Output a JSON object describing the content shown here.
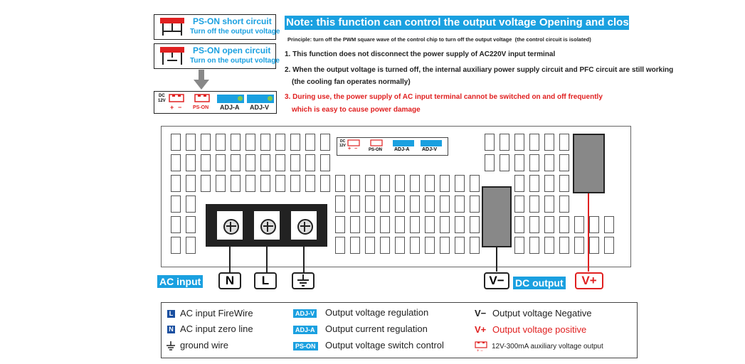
{
  "ps_on_short": {
    "title": "PS-ON short circuit",
    "desc": "Turn off the output voltage"
  },
  "ps_on_open": {
    "title": "PS-ON open circuit",
    "desc": "Turn on the output voltage"
  },
  "note": {
    "title": "Note: this function can control the output voltage Opening and closing",
    "principle": "Principle: turn off the PWM square wave of the control chip to turn off the output voltage",
    "principle_note": "(the control circuit is isolated)",
    "item1": "1. This function does not disconnect the power supply of AC220V input terminal",
    "item2": "2. When the output voltage is turned off, the internal auxiliary power supply circuit and PFC circuit are still working",
    "item2b": "(the cooling fan operates normally)",
    "item3": "3. During use, the power supply of AC input terminal cannot be switched on and off frequently",
    "item3b": "which is easy to cause power damage"
  },
  "strip": {
    "dc": "DC",
    "v12": "12V",
    "plus": "+",
    "minus": "−",
    "ps_on": "PS-ON",
    "adj_a": "ADJ-A",
    "adj_v": "ADJ-V"
  },
  "psu_labels": {
    "ac_input": "AC input",
    "n": "N",
    "l": "L",
    "dc_output": "DC output",
    "v_minus": "V−",
    "v_plus": "V+"
  },
  "legend": {
    "l_icon": "L",
    "l_text": "AC input FireWire",
    "n_icon": "N",
    "n_text": "AC input zero line",
    "gnd_text": "ground wire",
    "adjv_tag": "ADJ-V",
    "adjv_text": "Output voltage regulation",
    "adja_tag": "ADJ-A",
    "adja_text": "Output current regulation",
    "pson_tag": "PS-ON",
    "pson_text": "Output voltage switch control",
    "vneg_sym": "V−",
    "vneg_text": "Output voltage Negative",
    "vpos_sym": "V+",
    "vpos_text": "Output voltage positive",
    "aux_text": "12V-300mA auxiliary voltage output"
  },
  "colors": {
    "accent": "#1aa0e0",
    "warning": "#e02020",
    "navy": "#1a4fa0"
  }
}
